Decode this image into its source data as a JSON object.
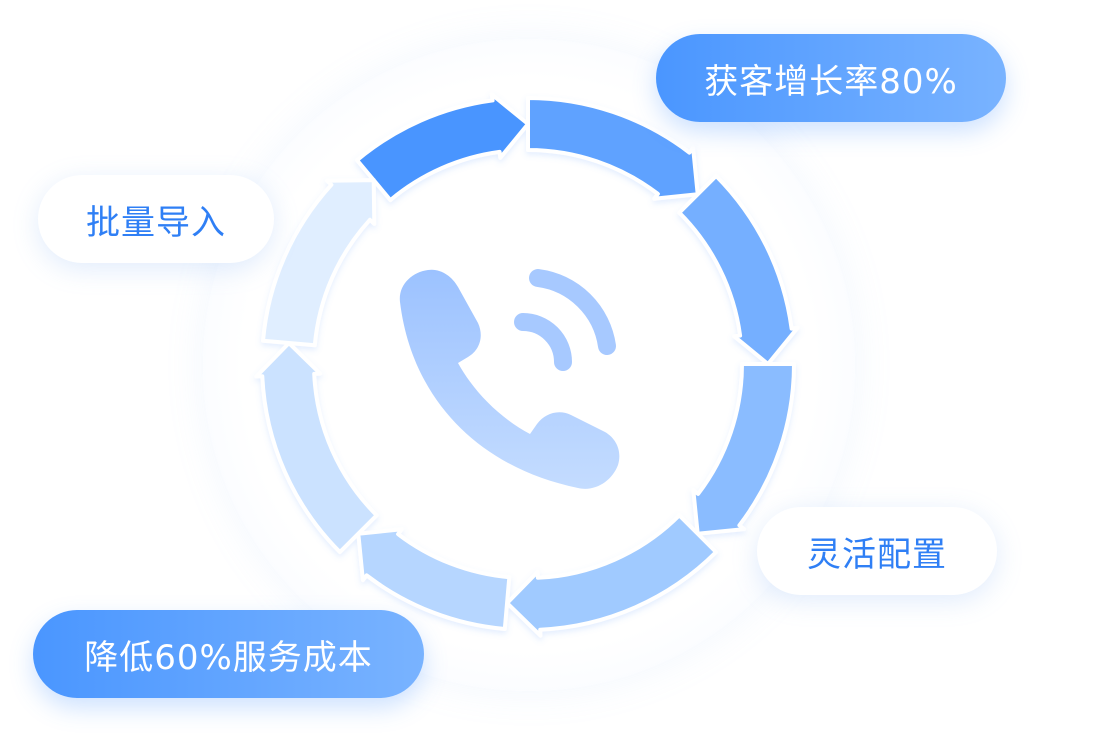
{
  "labels": {
    "growth": "获客增长率80%",
    "batch_import": "批量导入",
    "flexible_config": "灵活配置",
    "cost_reduction": "降低60%服务成本"
  },
  "icons": {
    "center": "phone-handset-icon",
    "cycle": "circular-arrows-icon"
  },
  "colors": {
    "accent": "#4a96ff",
    "accent_light": "#79b3ff",
    "text_blue": "#2f7ff5",
    "ring_light": "#e3efff",
    "phone": "#a7c9ff"
  }
}
